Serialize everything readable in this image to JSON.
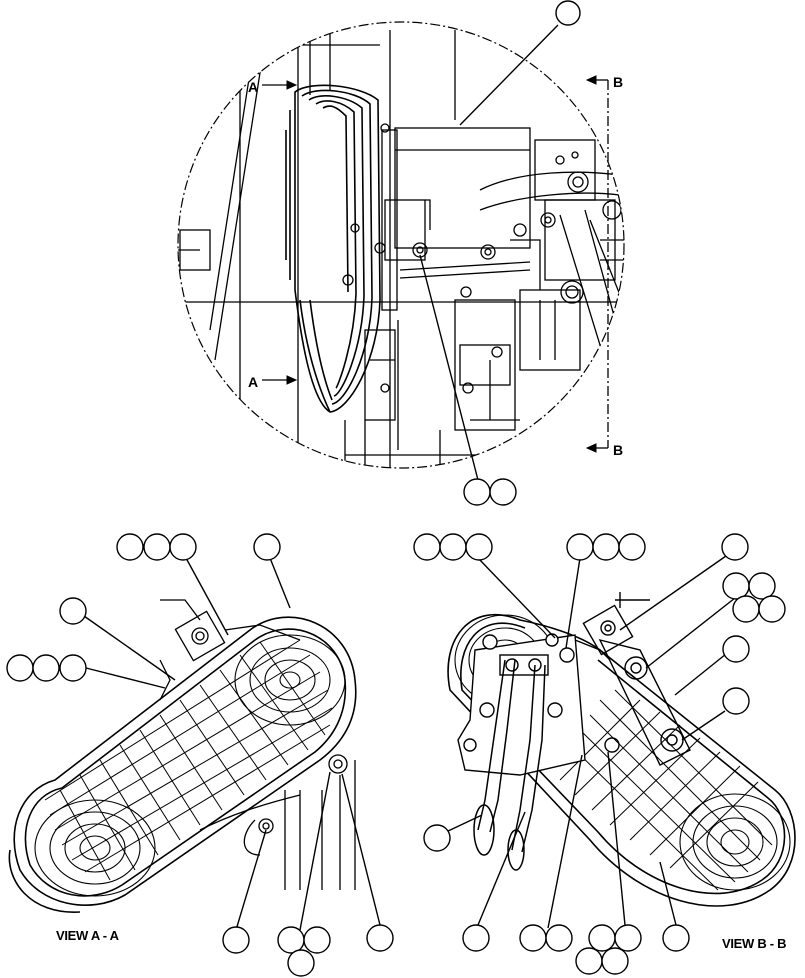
{
  "section_marks": {
    "a_top": "A",
    "a_bottom": "A",
    "b_top": "B",
    "b_bottom": "B"
  },
  "views": {
    "left_caption": "VIEW A - A",
    "right_caption": "VIEW B - B"
  },
  "colors": {
    "ink": "#000000",
    "paper": "#ffffff"
  }
}
